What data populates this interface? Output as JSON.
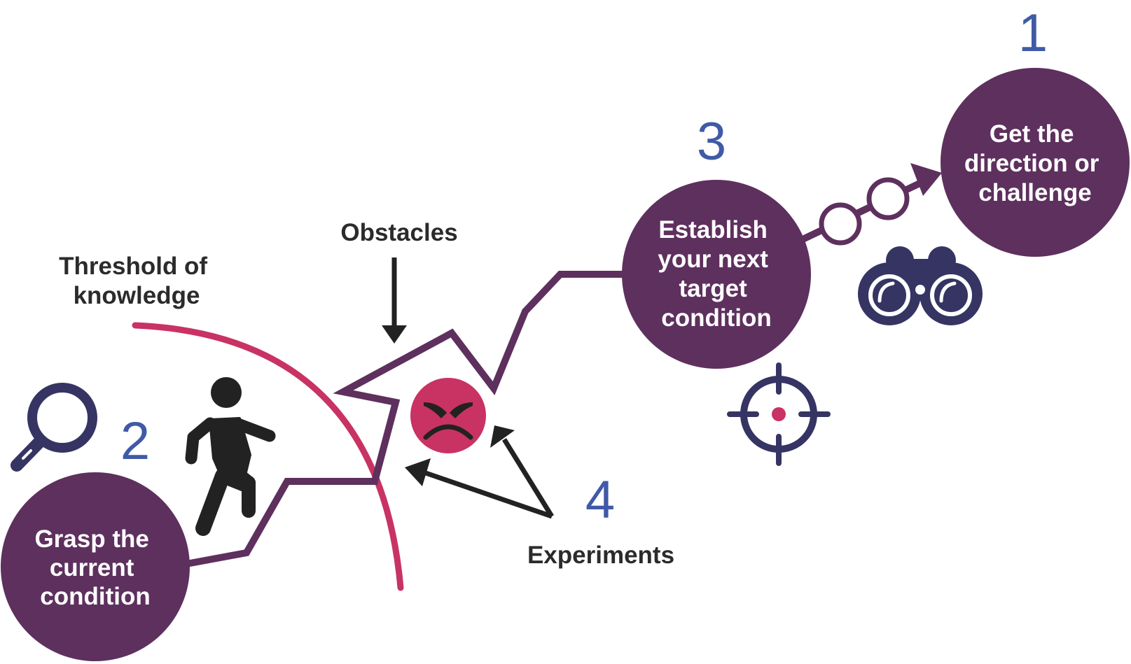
{
  "colors": {
    "step_circle": "#5e305e",
    "path_line": "#5e305e",
    "step_number": "#3f5aa6",
    "threshold_arc": "#c83363",
    "icon_navy": "#353463",
    "obstacle_face": "#c83363",
    "annotation_text": "#2b2b2b",
    "arrow": "#222222"
  },
  "steps": [
    {
      "number": "1",
      "label_lines": [
        "Get the",
        "direction or",
        "challenge"
      ],
      "icon": "binoculars-icon"
    },
    {
      "number": "2",
      "label_lines": [
        "Grasp the",
        "current",
        "condition"
      ],
      "icon": "magnifier-icon"
    },
    {
      "number": "3",
      "label_lines": [
        "Establish",
        "your next",
        "target",
        "condition"
      ],
      "icon": "target-crosshair-icon"
    },
    {
      "number": "4",
      "label_lines": [],
      "icon": ""
    }
  ],
  "annotations": {
    "threshold": [
      "Threshold of",
      "knowledge"
    ],
    "obstacles": "Obstacles",
    "experiments": "Experiments"
  }
}
